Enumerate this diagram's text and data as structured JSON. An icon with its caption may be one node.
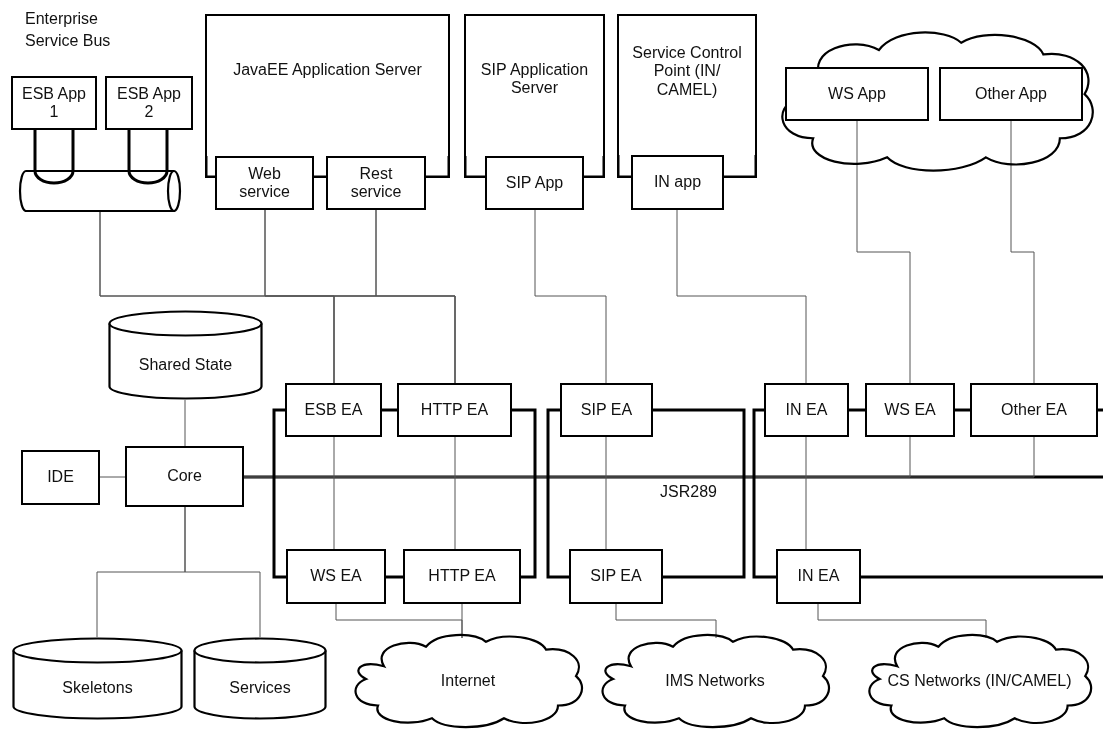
{
  "diagram": {
    "nodes": [
      {
        "text": [
          "Enterprise Service Bus"
        ]
      },
      {
        "text": [
          "ESB App 1"
        ]
      },
      {
        "text": [
          "ESB App 2"
        ]
      },
      {
        "text": [
          "JavaEE Application Server"
        ]
      },
      {
        "text": [
          "Web service"
        ]
      },
      {
        "text": [
          "Rest service"
        ]
      },
      {
        "text": [
          "SIP Application Server"
        ]
      },
      {
        "text": [
          "SIP App"
        ]
      },
      {
        "text": [
          "Service Control Point (IN/ CAMEL)"
        ]
      },
      {
        "text": [
          "IN app"
        ]
      },
      {
        "text": [],
        "shape": "cloud"
      },
      {
        "text": [
          "WS App"
        ],
        "in": 10
      },
      {
        "text": [
          "Other App"
        ],
        "in": 10
      },
      {
        "text": [
          "Shared State"
        ]
      },
      {
        "text": [
          "IDE"
        ]
      },
      {
        "text": [
          "Core"
        ]
      },
      {
        "text": [
          "ESB EA"
        ]
      },
      {
        "text": [
          "HTTP EA"
        ]
      },
      {
        "text": [
          "WS EA"
        ]
      },
      {
        "text": [
          "HTTP EA"
        ]
      },
      {
        "text": [
          "SIP EA"
        ]
      },
      {
        "text": [
          "SIP EA"
        ]
      },
      {
        "text": [
          "IN EA"
        ]
      },
      {
        "text": [
          "WS EA"
        ]
      },
      {
        "text": [
          "Other EA"
        ]
      },
      {
        "text": [
          "IN EA"
        ]
      },
      {
        "text": [
          "Skeletons"
        ]
      },
      {
        "text": [
          "Services"
        ]
      },
      {
        "text": [
          "Internet"
        ]
      },
      {
        "text": [
          "IMS Networks"
        ]
      },
      {
        "text": [
          "CS Networks (IN/CAMEL)"
        ]
      }
    ],
    "edges": [
      {
        "from": 1,
        "to": 0,
        "arrow": "none",
        "style": "thick"
      },
      {
        "from": 2,
        "to": 0,
        "arrow": "none",
        "style": "thick"
      },
      {
        "from": 0,
        "to": 16,
        "arrow": "none"
      },
      {
        "from": 0,
        "to": 17,
        "arrow": "none"
      },
      {
        "from": 4,
        "to": 16,
        "arrow": "none"
      },
      {
        "from": 4,
        "to": 17,
        "arrow": "none"
      },
      {
        "from": 5,
        "to": 16,
        "arrow": "none"
      },
      {
        "from": 5,
        "to": 17,
        "arrow": "none"
      },
      {
        "from": 7,
        "to": 20,
        "arrow": "none"
      },
      {
        "from": 9,
        "to": 22,
        "arrow": "none"
      },
      {
        "from": 11,
        "to": 23,
        "arrow": "none"
      },
      {
        "from": 12,
        "to": 24,
        "arrow": "none"
      },
      {
        "from": 13,
        "to": 15,
        "arrow": "none"
      },
      {
        "from": 14,
        "to": 15,
        "arrow": "none"
      },
      {
        "from": 15,
        "to": null,
        "arrow": "none",
        "style": "thick"
      },
      {
        "from": 23,
        "to": 15,
        "arrow": "none"
      },
      {
        "from": 24,
        "to": 15,
        "arrow": "none"
      },
      {
        "from": 16,
        "to": 18,
        "arrow": "none"
      },
      {
        "from": 17,
        "to": 19,
        "arrow": "none"
      },
      {
        "from": 20,
        "to": 21,
        "arrow": "none"
      },
      {
        "from": 22,
        "to": 25,
        "arrow": "none"
      },
      {
        "from": 16,
        "to": 17,
        "arrow": "none",
        "style": "thick"
      },
      {
        "from": 16,
        "to": 18,
        "arrow": "none",
        "style": "thick"
      },
      {
        "from": 17,
        "to": 19,
        "arrow": "none",
        "style": "thick"
      },
      {
        "from": 18,
        "to": 19,
        "arrow": "none",
        "style": "thick"
      },
      {
        "from": 20,
        "to": 21,
        "arrow": "none",
        "style": "thick"
      },
      {
        "from": 20,
        "to": 21,
        "arrow": "none",
        "style": "thick"
      },
      {
        "from": 22,
        "to": 25,
        "arrow": "none",
        "style": "thick"
      },
      {
        "from": 22,
        "to": 23,
        "arrow": "none",
        "style": "thick"
      },
      {
        "from": 23,
        "to": 24,
        "arrow": "none",
        "style": "thick"
      },
      {
        "from": 24,
        "to": null,
        "arrow": "none",
        "style": "thick"
      },
      {
        "from": 25,
        "to": null,
        "arrow": "none",
        "style": "thick"
      },
      {
        "from": 18,
        "to": 28,
        "arrow": "none"
      },
      {
        "from": 19,
        "to": 28,
        "arrow": "none"
      },
      {
        "from": 21,
        "to": 29,
        "arrow": "none"
      },
      {
        "from": 25,
        "to": 30,
        "arrow": "none"
      },
      {
        "from": 15,
        "to": 26,
        "arrow": "none"
      },
      {
        "from": 15,
        "to": 27,
        "arrow": "none"
      }
    ],
    "labels": [
      "JSR289"
    ]
  }
}
